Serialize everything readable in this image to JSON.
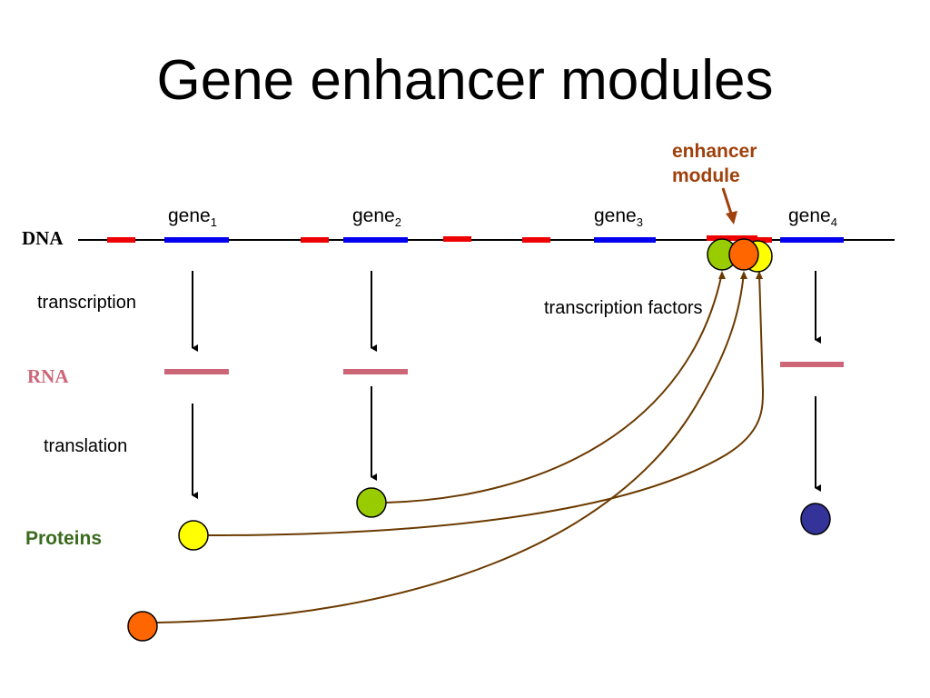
{
  "title": "Gene enhancer modules",
  "labels": {
    "dna": "DNA",
    "rna": "RNA",
    "proteins": "Proteins",
    "transcription": "transcription",
    "translation": "translation",
    "transcription_factors": "transcription factors",
    "enhancer_line1": "enhancer",
    "enhancer_line2": "module"
  },
  "genes": [
    {
      "name": "gene",
      "index": "1"
    },
    {
      "name": "gene",
      "index": "2"
    },
    {
      "name": "gene",
      "index": "3"
    },
    {
      "name": "gene",
      "index": "4"
    }
  ],
  "colors": {
    "dna_line": "#000000",
    "gene_segment": "#0000ee",
    "enhancer_segment": "#ee0000",
    "rna": "#cc6677",
    "connector": "#6b3a00",
    "enhancer_label": "#a0400c",
    "proteins_label": "#3a6b1e",
    "protein_yellow": "#ffff00",
    "protein_green": "#99cc00",
    "protein_orange": "#ff6600",
    "protein_blue": "#333399"
  }
}
